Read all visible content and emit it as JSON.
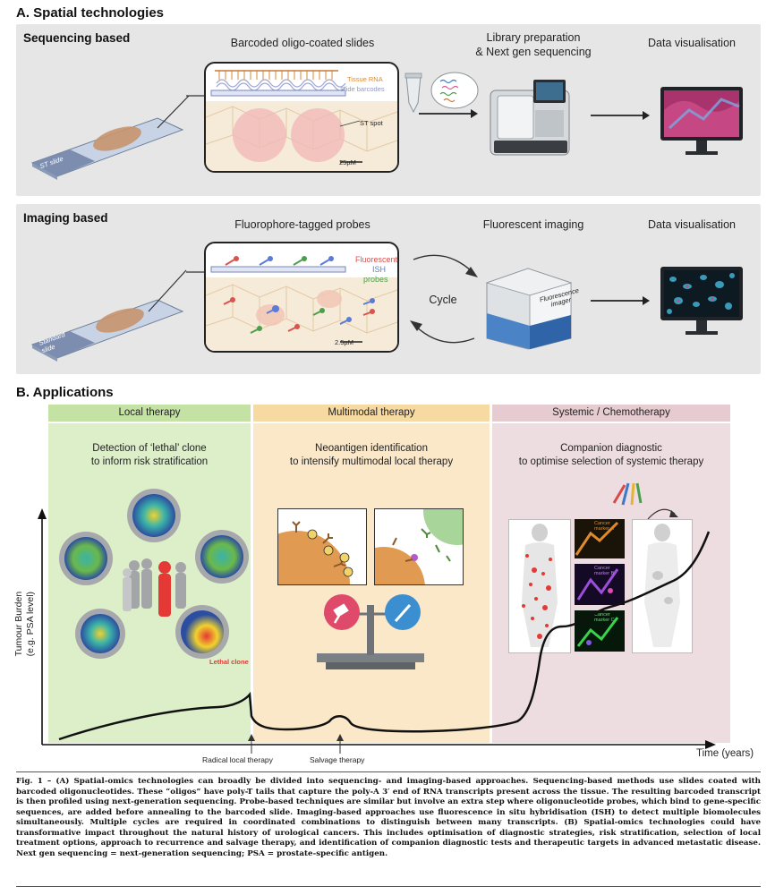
{
  "section_a": {
    "title": "A. Spatial technologies",
    "sequencing": {
      "label": "Sequencing based",
      "slide_label": "ST slide",
      "step1": "Barcoded oligo-coated slides",
      "legend_tissue_rna": "Tissue RNA",
      "legend_slide_barcodes": "Slide barcodes",
      "st_spot": "ST spot",
      "scale": "25µM",
      "step2_line1": "Library preparation",
      "step2_line2": "& Next gen sequencing",
      "step3": "Data visualisation"
    },
    "imaging": {
      "label": "Imaging based",
      "slide_label": "Standard slide",
      "step1": "Fluorophore-tagged probes",
      "legend_fluorescent": "Fluorescent",
      "legend_ish": "ISH",
      "legend_probes": "probes",
      "scale": "2.5µM",
      "cycle": "Cycle",
      "step2": "Fluorescent imaging",
      "imager_label": "Fluorescence imager",
      "step3": "Data visualisation"
    }
  },
  "section_b": {
    "title": "B. Applications",
    "bands": [
      "Local therapy",
      "Multimodal therapy",
      "Systemic / Chemotherapy"
    ],
    "zone1_line1": "Detection of ‘lethal’ clone",
    "zone1_line2": "to inform risk stratification",
    "lethal_clone": "Lethal clone",
    "zone2_line1": "Neoantigen identification",
    "zone2_line2": "to intensify multimodal local therapy",
    "zone3_line1": "Companion diagnostic",
    "zone3_line2": "to optimise selection of systemic therapy",
    "marker_a": "Cancer marker A",
    "marker_b": "Cancer marker B",
    "marker_c": "Cancer marker C",
    "y_axis_line1": "Tumour Burden",
    "y_axis_line2": "(e.g. PSA level)",
    "x_axis": "Time (years)",
    "event_radical": "Radical local therapy",
    "event_salvage": "Salvage therapy"
  },
  "caption": {
    "text": "Fig. 1 – (A) Spatial-omics technologies can broadly be divided into sequencing- and imaging-based approaches. Sequencing-based methods use slides coated with barcoded oligonucleotides. These “oligos” have poly-T tails that capture the poly-A 3′ end of RNA transcripts present across the tissue. The resulting barcoded transcript is then profiled using next-generation sequencing. Probe-based techniques are similar but involve an extra step where oligonucleotide probes, which bind to gene-specific sequences, are added before annealing to the barcoded slide. Imaging-based approaches use fluorescence in situ hybridisation (ISH) to detect multiple biomolecules simultaneously. Multiple cycles are required in coordinated combinations to distinguish between many transcripts. (B) Spatial-omics technologies could have transformative impact throughout the natural history of urological cancers. This includes optimisation of diagnostic strategies, risk stratification, selection of local treatment options, approach to recurrence and salvage therapy, and identification of companion diagnostic tests and therapeutic targets in advanced metastatic disease. Next gen sequencing = next-generation sequencing; PSA = prostate-specific antigen."
  },
  "colors": {
    "panel": "#e6e6e6",
    "local": "#dcefc8",
    "multimodal": "#fbe8c9",
    "systemic": "#eedde0",
    "curve": "#111111"
  }
}
